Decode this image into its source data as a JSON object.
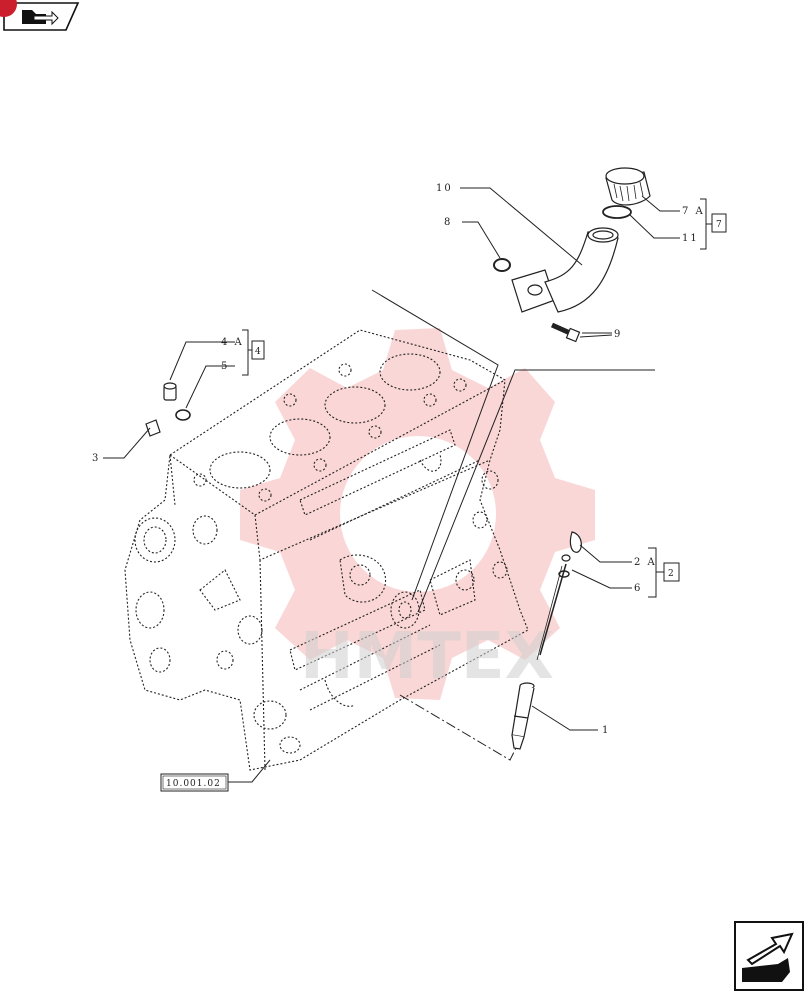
{
  "colors": {
    "ink": "#1a1a1a",
    "accent": "#cc1f2e",
    "watermark": "#f4a6a6"
  },
  "top_nav": {
    "icon": "back-arrow-icon"
  },
  "bottom_nav": {
    "icon": "next-page-arrow-icon"
  },
  "watermark": {
    "text": "HMTEX"
  },
  "reference": {
    "label": "10.001.02"
  },
  "callouts": {
    "c1": "1",
    "c2A": "2 A",
    "c3": "3",
    "c4A": "4 A",
    "c5": "5",
    "c6": "6",
    "c7A": "7 A",
    "c8": "8",
    "c9": "9",
    "c10": "10",
    "c11": "11"
  },
  "groups": {
    "g2": "2",
    "g4": "4",
    "g7": "7"
  }
}
